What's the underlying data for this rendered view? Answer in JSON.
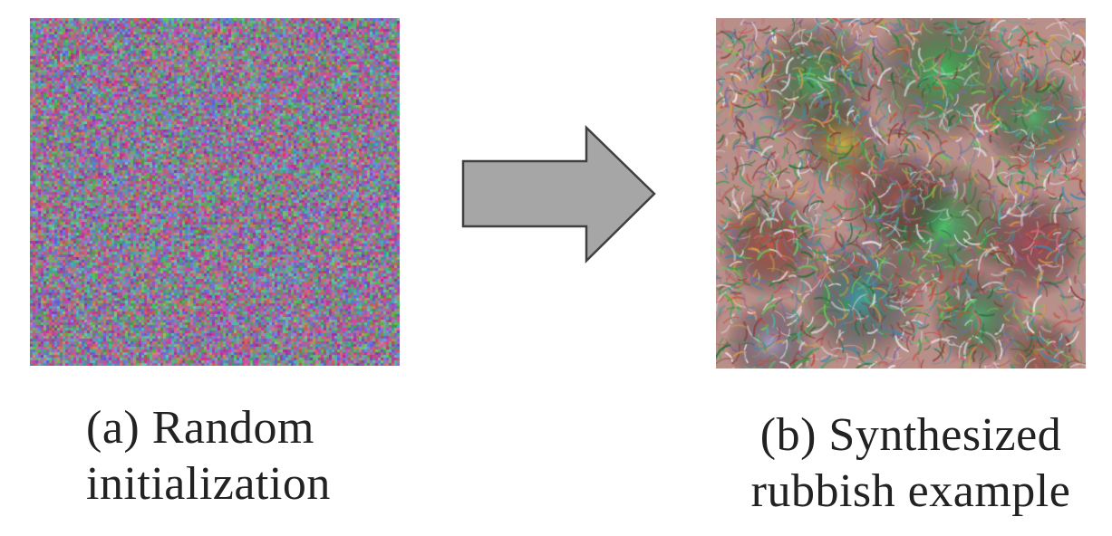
{
  "panels": {
    "a": {
      "caption_line1": "(a) Random",
      "caption_line2": "initialization",
      "image_icon": "random-noise-image"
    },
    "b": {
      "caption_line1": "(b) Synthesized",
      "caption_line2": "rubbish example",
      "image_icon": "synthesized-image"
    }
  },
  "arrow": {
    "icon": "right-arrow-icon",
    "fill_color": "#a6a6a6",
    "stroke_color": "#404040"
  }
}
